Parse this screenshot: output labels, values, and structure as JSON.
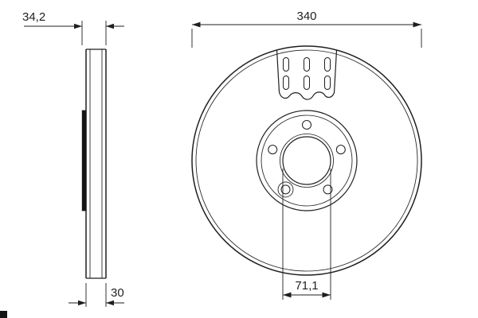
{
  "dimensions": {
    "outer_diameter": "340",
    "side_width": "34,2",
    "thickness": "30",
    "center_bore": "71,1"
  },
  "colors": {
    "line": "#1f1f1f",
    "background": "#ffffff",
    "dark": "#141414"
  }
}
